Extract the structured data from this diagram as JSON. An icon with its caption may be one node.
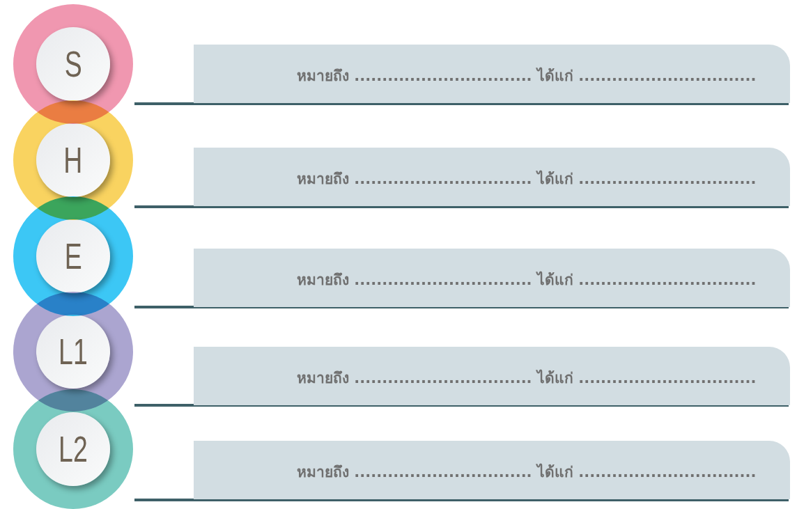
{
  "diagram": {
    "nodes": [
      {
        "text": [
          "S"
        ]
      },
      {
        "text": [
          "หมายถึง ................................ ได้แก่ ................................"
        ]
      },
      {
        "text": [
          "H"
        ]
      },
      {
        "text": [
          "หมายถึง ................................ ได้แก่ ................................"
        ]
      },
      {
        "text": [
          "E"
        ]
      },
      {
        "text": [
          "หมายถึง ................................ ได้แก่ ................................"
        ]
      },
      {
        "text": [
          "L1"
        ]
      },
      {
        "text": [
          "หมายถึง ................................ ได้แก่ ................................"
        ]
      },
      {
        "text": [
          "L2"
        ]
      },
      {
        "text": [
          "หมายถึง ................................ ได้แก่ ................................"
        ]
      }
    ],
    "edges": [
      {
        "from": 0,
        "to": 1,
        "arrow": "none"
      },
      {
        "from": 2,
        "to": 3,
        "arrow": "none"
      },
      {
        "from": 4,
        "to": 5,
        "arrow": "none"
      },
      {
        "from": 6,
        "to": 7,
        "arrow": "none"
      },
      {
        "from": 8,
        "to": 9,
        "arrow": "none"
      }
    ]
  }
}
